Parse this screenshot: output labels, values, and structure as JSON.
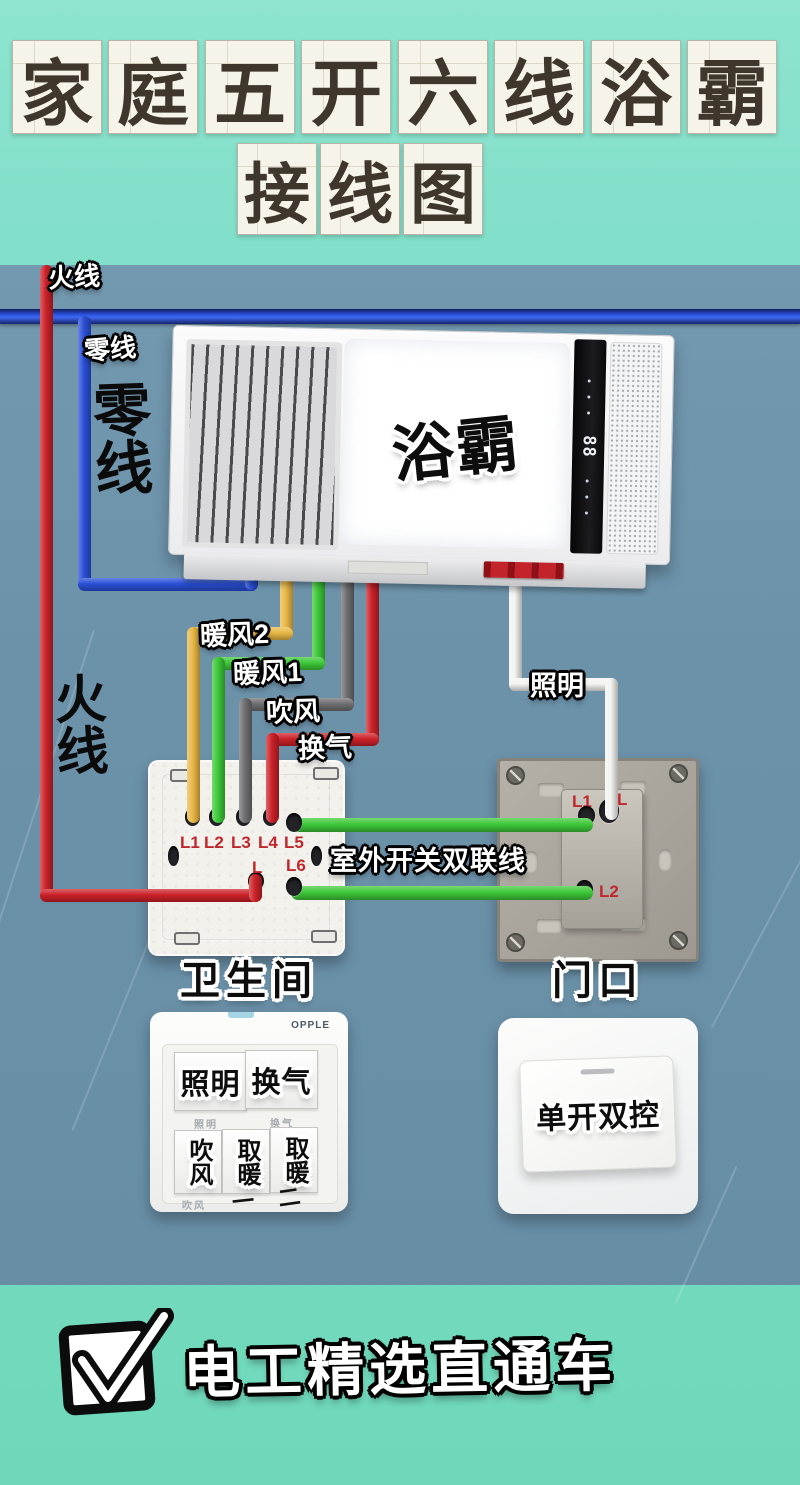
{
  "title": {
    "line1_chars": [
      "家",
      "庭",
      "五",
      "开",
      "六",
      "线",
      "浴",
      "霸"
    ],
    "line2_chars": [
      "接",
      "线",
      "图"
    ]
  },
  "wires": {
    "live_top_label": "火线",
    "neutral_top_label": "零线",
    "neutral_side_label": "零线",
    "live_side_label": "火线",
    "heater_outputs": [
      {
        "label": "暖风2",
        "color": "#e9b845"
      },
      {
        "label": "暖风1",
        "color": "#3dc838"
      },
      {
        "label": "吹风",
        "color": "#6f6f72"
      },
      {
        "label": "换气",
        "color": "#cc2128"
      },
      {
        "label": "照明",
        "color": "#f4f4f2"
      }
    ],
    "outdoor_link_label": "室外开关双联线",
    "live_color": "#cc2128",
    "neutral_color": "#2a50d8",
    "link_color": "#3dc838",
    "bus_color": "#2b53e0"
  },
  "heater": {
    "label": "浴霸",
    "display_value": "88"
  },
  "bath_switch": {
    "top_terminals": [
      "L1",
      "L2",
      "L3",
      "L4",
      "L5"
    ],
    "bottom_terminals": [
      "L",
      "L6"
    ],
    "caption": "卫生间"
  },
  "door_switch": {
    "terminals": {
      "t1": "L1",
      "t2": "L",
      "t3": "L2"
    },
    "caption": "门口"
  },
  "control_panel": {
    "brand": "OPPLE",
    "big_buttons_top": [
      "照明",
      "换气"
    ],
    "small_labels_top": [
      "照明",
      "换气"
    ],
    "big_buttons_bottom": [
      "吹风",
      "取暖",
      "取暖"
    ],
    "bottom_marks": [
      "吹风",
      "一",
      "二"
    ]
  },
  "rocker_switch": {
    "label": "单开双控"
  },
  "footer": {
    "slogan": "电工精选直通车",
    "icon": "checkbox-checked-icon"
  }
}
